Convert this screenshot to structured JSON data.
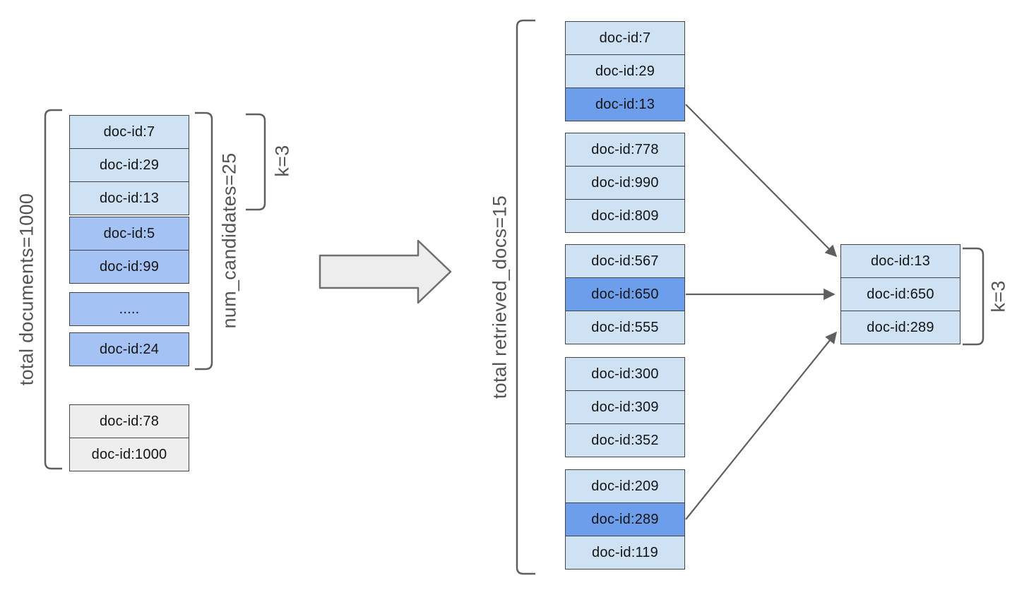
{
  "labels": {
    "total_documents": "total documents=1000",
    "num_candidates": "num_candidates=25",
    "k_left": "k=3",
    "total_retrieved": "total retrieved_docs=15",
    "k_result": "k=3"
  },
  "left_column": {
    "candidates": [
      {
        "label": "doc-id:7",
        "highlight": "light"
      },
      {
        "label": "doc-id:29",
        "highlight": "light"
      },
      {
        "label": "doc-id:13",
        "highlight": "light"
      },
      {
        "label": "doc-id:5",
        "highlight": "medium"
      },
      {
        "label": "doc-id:99",
        "highlight": "medium"
      },
      {
        "label": ".....",
        "highlight": "medium"
      },
      {
        "label": "doc-id:24",
        "highlight": "medium"
      }
    ],
    "non_candidates": [
      {
        "label": "doc-id:78",
        "highlight": "gray"
      },
      {
        "label": "doc-id:1000",
        "highlight": "gray"
      }
    ]
  },
  "retrieved_groups": [
    [
      "doc-id:7",
      "doc-id:29",
      "doc-id:13"
    ],
    [
      "doc-id:778",
      "doc-id:990",
      "doc-id:809"
    ],
    [
      "doc-id:567",
      "doc-id:650",
      "doc-id:555"
    ],
    [
      "doc-id:300",
      "doc-id:309",
      "doc-id:352"
    ],
    [
      "doc-id:209",
      "doc-id:289",
      "doc-id:119"
    ]
  ],
  "highlighted_retrieved": [
    "doc-id:13",
    "doc-id:650",
    "doc-id:289"
  ],
  "result_docs": [
    "doc-id:13",
    "doc-id:650",
    "doc-id:289"
  ],
  "colors": {
    "box_light_blue": "#cfe2f3",
    "box_medium_blue": "#a4c2f4",
    "box_strong_blue": "#6d9eeb",
    "box_gray": "#eeeeee",
    "box_border": "#434343",
    "line_gray": "#5f5f5f",
    "label_text": "#545454",
    "box_text": "#141414",
    "big_arrow_fill": "#ededed",
    "big_arrow_stroke": "#6f6f6f",
    "canvas_bg": "#ffffff"
  }
}
